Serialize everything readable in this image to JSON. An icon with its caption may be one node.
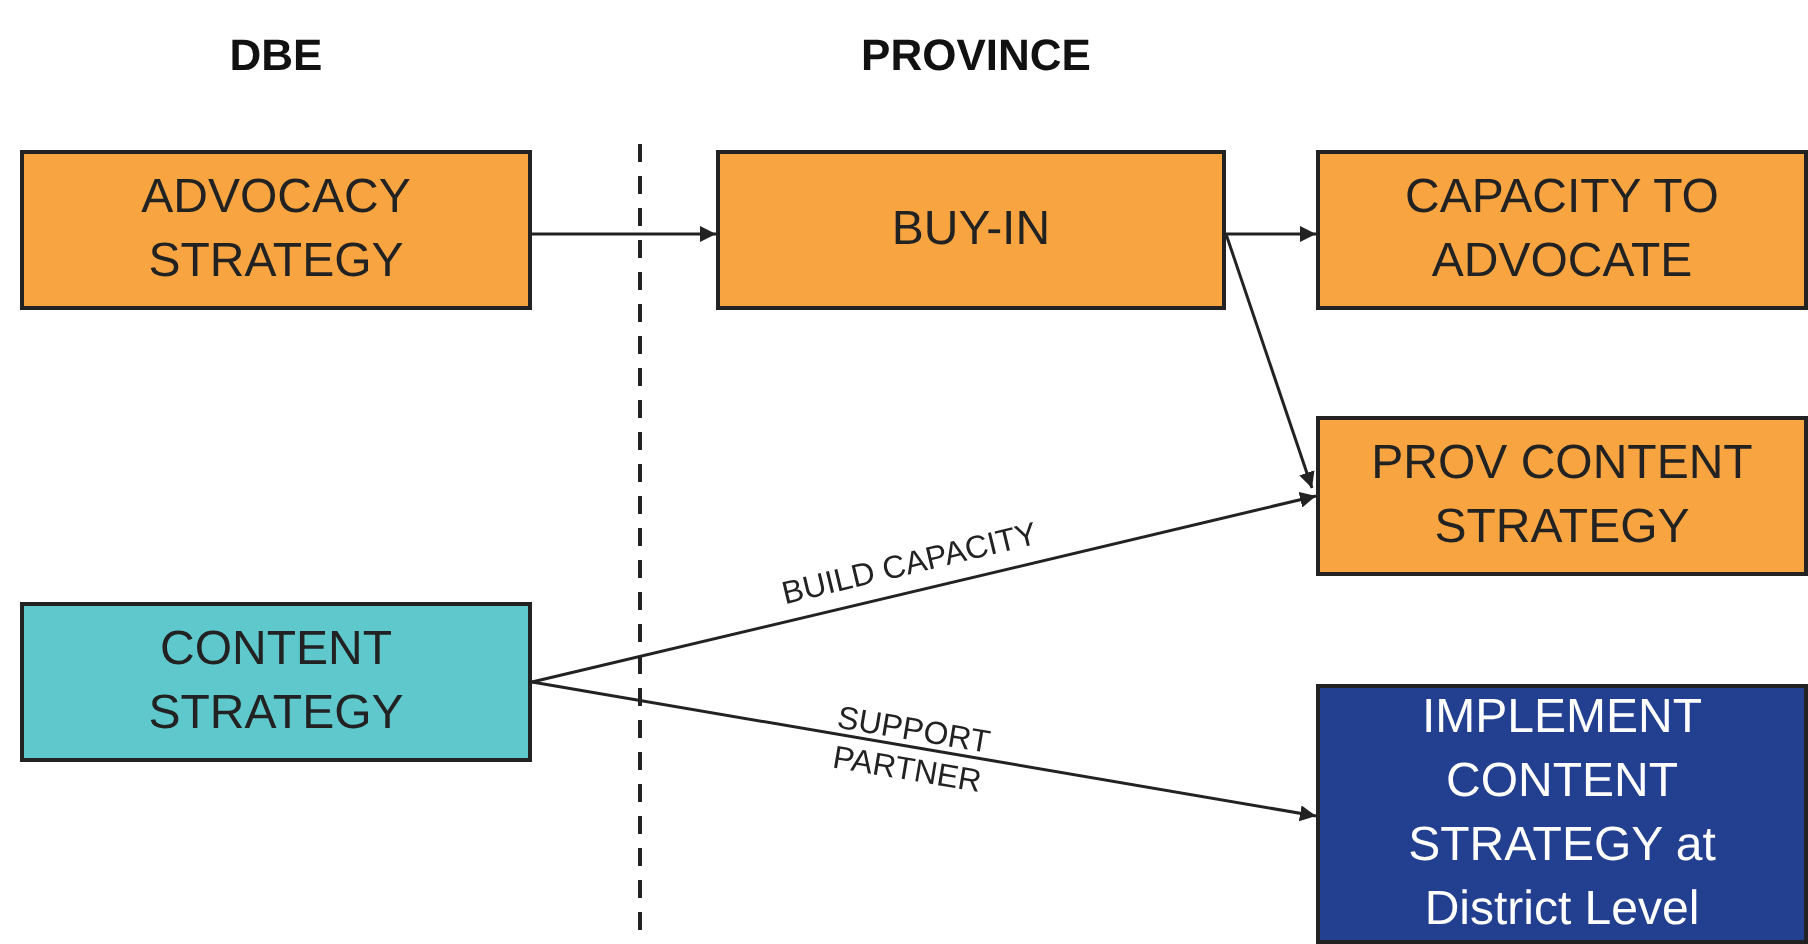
{
  "diagram": {
    "nodes": [
      {
        "text": [
          "ADVOCACY STRATEGY"
        ]
      },
      {
        "text": [
          "BUY-IN"
        ]
      },
      {
        "text": [
          "CAPACITY TO ADVOCATE"
        ]
      },
      {
        "text": [
          "PROV CONTENT STRATEGY"
        ]
      },
      {
        "text": [
          "CONTENT STRATEGY"
        ]
      },
      {
        "text": [
          "IMPLEMENT CONTENT STRATEGY at District Level"
        ]
      }
    ],
    "edges": [
      {
        "from": 0,
        "to": 1,
        "arrow": "to"
      },
      {
        "from": 1,
        "to": 2,
        "arrow": "to"
      },
      {
        "from": 1,
        "to": 3,
        "arrow": "to"
      },
      {
        "from": 4,
        "to": 3,
        "arrow": "to",
        "label": "BUILD CAPACITY"
      },
      {
        "from": 4,
        "to": 5,
        "arrow": "to",
        "label": "SUPPORT PARTNER"
      }
    ],
    "labels": [
      "DBE",
      "PROVINCE"
    ]
  }
}
